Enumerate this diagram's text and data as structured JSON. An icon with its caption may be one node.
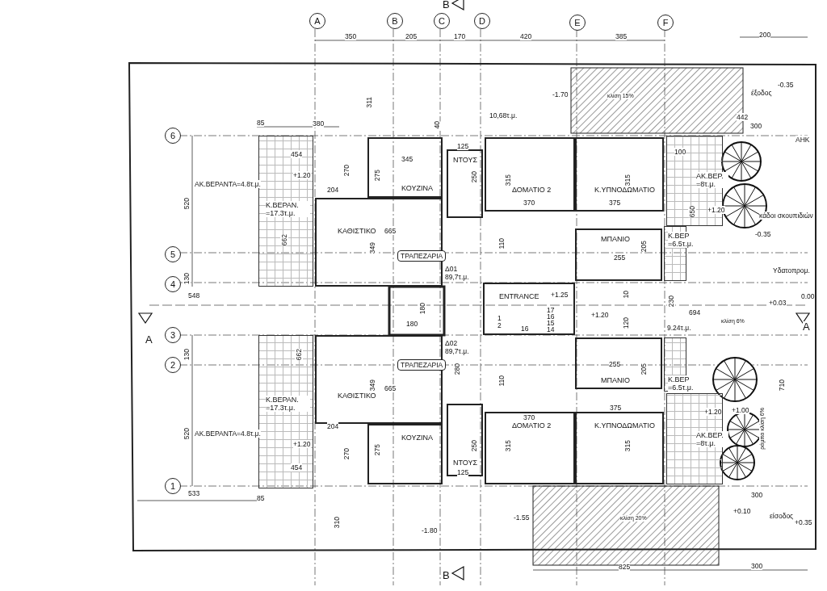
{
  "diagram": {
    "nodes": [
      {
        "text": [
          "Κ.ΒΕΡΑΝ. =17.3τ.μ."
        ]
      },
      {
        "text": [
          "ΚΟΥΖΙΝΑ"
        ]
      },
      {
        "text": [
          "ΝΤΟΥΣ"
        ]
      },
      {
        "text": [
          "ΔΟΜΑΤΙΟ 2"
        ]
      },
      {
        "text": [
          "Κ.ΥΠΝΟΔΩΜΑΤΙΟ"
        ]
      },
      {
        "text": [
          "ΑΚ.ΒΕΡ. =8τ.μ."
        ]
      },
      {
        "text": [
          "ΚΑΘΙΣΤΙΚΟ"
        ]
      },
      {
        "text": [
          "ΤΡΑΠΕΖΑΡΙΑ"
        ],
        "in": 6
      },
      {
        "text": [
          "ΜΠΑΝΙΟ"
        ]
      },
      {
        "text": [
          "Κ.ΒΕΡ =6.5τ.μ."
        ]
      },
      {
        "text": [
          "ENTRANCE"
        ]
      },
      {
        "text": [
          "ΚΑΘΙΣΤΙΚΟ"
        ]
      },
      {
        "text": [
          "ΤΡΑΠΕΖΑΡΙΑ"
        ],
        "in": 11
      },
      {
        "text": [
          "ΜΠΑΝΙΟ"
        ]
      },
      {
        "text": [
          "Κ.ΒΕΡ =6.5τ.μ."
        ]
      },
      {
        "text": [
          "Κ.ΒΕΡΑΝ. =17.3τ.μ."
        ]
      },
      {
        "text": [
          "ΚΟΥΖΙΝΑ"
        ]
      },
      {
        "text": [
          "ΝΤΟΥΣ"
        ]
      },
      {
        "text": [
          "ΔΟΜΑΤΙΟ 2"
        ]
      },
      {
        "text": [
          "Κ.ΥΠΝΟΔΩΜΑΤΙΟ"
        ]
      },
      {
        "text": [
          "ΑΚ.ΒΕΡ. =8τ.μ."
        ]
      }
    ],
    "labels": [
      "B",
      "A",
      "B",
      "C",
      "D",
      "E",
      "F",
      "350",
      "205",
      "170",
      "420",
      "385",
      "200",
      "311",
      "-1.70",
      "κλίση 15%",
      "έξοδος",
      "-0.35",
      "10,68τ.μ.",
      "40",
      "442",
      "300",
      "6",
      "85",
      "380",
      "ΑΗΚ",
      "454",
      "345",
      "125",
      "270",
      "275",
      "250",
      "315",
      "315",
      "100",
      "+1.20",
      "ΑΚ.ΒΕΡΑΝΤΑ=4.8τ.μ.",
      "520",
      "204",
      "370",
      "375",
      "650",
      "+1.20",
      "κάδοι σκουπιδιών",
      "662",
      "349",
      "665",
      "-0.35",
      "110",
      "205",
      "255",
      "5",
      "130",
      "Υδατοπρομ.",
      "Δ01 89,7τ.μ.",
      "4",
      "548",
      "+1.25",
      "0.00",
      "+0.03",
      "694",
      "230",
      "10",
      "+1.20",
      "120",
      "κλίση 6%",
      "9.24τ.μ.",
      "A",
      "17",
      "16",
      "15",
      "14",
      "1",
      "2",
      "16",
      "180",
      "180",
      "A",
      "3",
      "Δ02 89,7τ.μ.",
      "130",
      "2",
      "280",
      "205",
      "255",
      "662",
      "349",
      "665",
      "110",
      "710",
      "ράμπα κλίση 6%",
      "+1.20",
      "+1.00",
      "370",
      "375",
      "204",
      "ΑΚ.ΒΕΡΑΝΤΑ=4.8τ.μ.",
      "520",
      "+1.20",
      "270",
      "275",
      "250",
      "315",
      "315",
      "454",
      "125",
      "1",
      "533",
      "85",
      "300",
      "310",
      "-1.55",
      "κλίση 20%",
      "+0.10",
      "είσοδος",
      "+0.35",
      "-1.80",
      "825",
      "300",
      "B"
    ]
  }
}
